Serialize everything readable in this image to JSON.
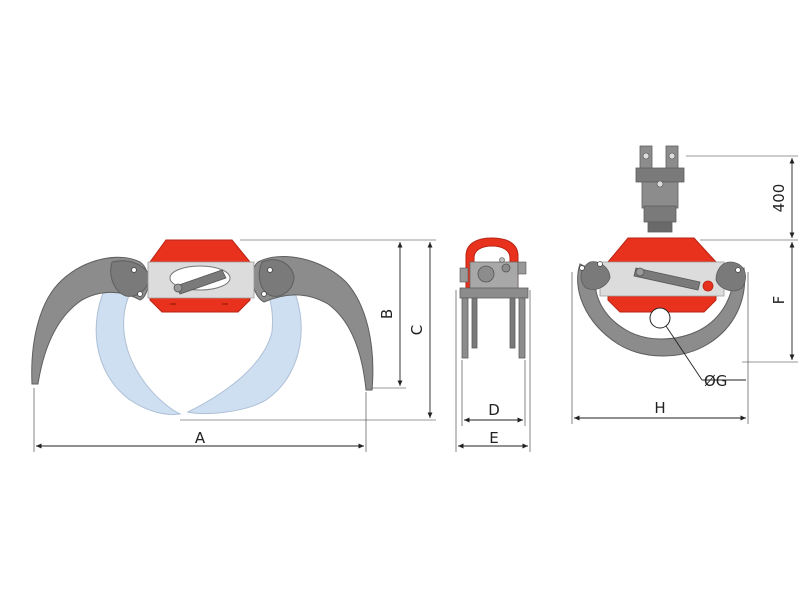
{
  "colors": {
    "jaw_gray": "#8c8c8c",
    "jaw_gray_dark": "#5e5e5e",
    "jaw_open_ghost": "#cfdff2",
    "frame_red": "#e8321e",
    "frame_red_dark": "#b82312",
    "plate_light": "#dcdcdc",
    "dimension_line": "#222222",
    "background": "#ffffff"
  },
  "dimensions": {
    "a": "A",
    "b": "B",
    "c": "C",
    "d": "D",
    "e": "E",
    "f": "F",
    "g": "ØG",
    "h": "H",
    "rotator_height": "400"
  }
}
